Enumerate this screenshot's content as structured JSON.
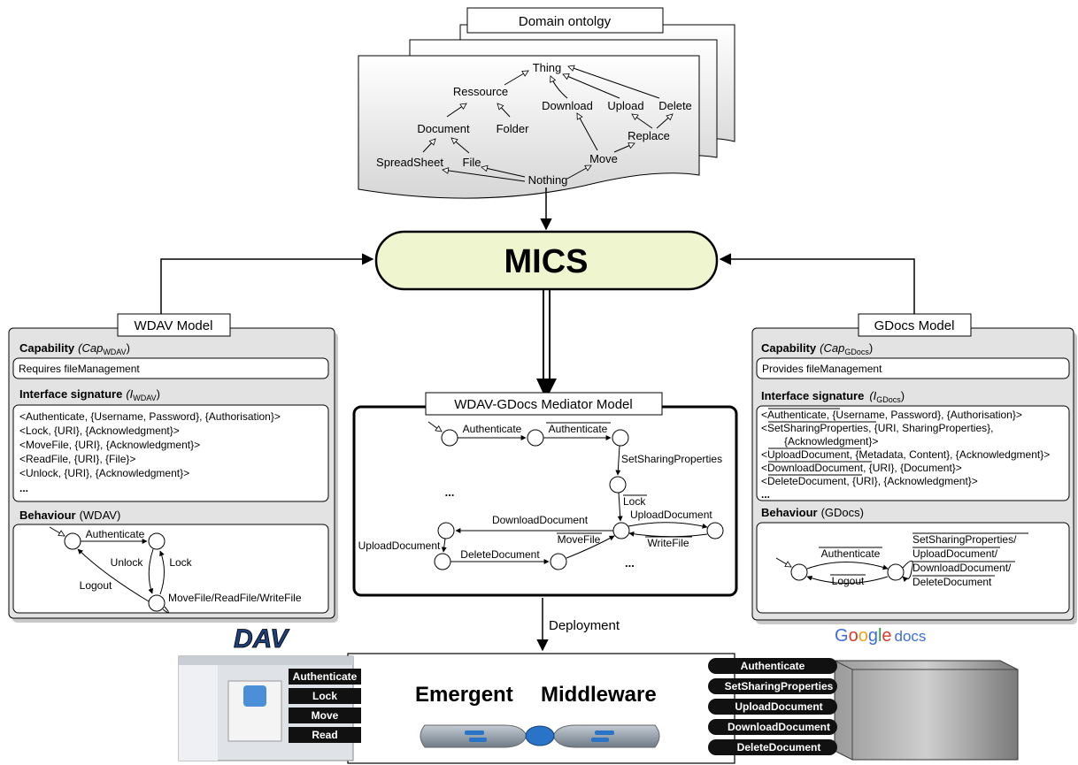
{
  "ontology": {
    "title": "Domain ontolgy",
    "concepts": {
      "thing": "Thing",
      "ressource": "Ressource",
      "document": "Document",
      "folder": "Folder",
      "spreadsheet": "SpreadSheet",
      "file": "File",
      "download": "Download",
      "upload": "Upload",
      "delete": "Delete",
      "replace": "Replace",
      "move": "Move",
      "nothing": "Nothing"
    }
  },
  "mics": {
    "label": "MICS"
  },
  "wdav": {
    "model_title": "WDAV Model",
    "cap_heading": "Capability",
    "cap_symbol": "(Cap",
    "cap_sub": "WDAV",
    "cap_close": ")",
    "cap_text": "Requires fileManagement",
    "iface_heading": "Interface signature",
    "iface_symbol": "(I",
    "iface_sub": "WDAV",
    "iface_close": ")",
    "iface_lines": [
      "<Authenticate, {Username, Password}, {Authorisation}>",
      "<Lock, {URI}, {Acknowledgment}>",
      "<MoveFile, {URI}, {Acknowledgment}>",
      "<ReadFile, {URI}, {File}>",
      "<Unlock, {URI}, {Acknowledgment}>",
      "..."
    ],
    "behaviour_heading": "Behaviour",
    "behaviour_tag": "(WDAV)",
    "behaviour_labels": {
      "authenticate": "Authenticate",
      "unlock": "Unlock",
      "lock": "Lock",
      "logout": "Logout",
      "ops": "MoveFile/ReadFile/WriteFile"
    }
  },
  "gdocs": {
    "model_title": "GDocs Model",
    "cap_heading": "Capability",
    "cap_symbol": "(Cap",
    "cap_sub": "GDocs",
    "cap_close": ")",
    "cap_text": "Provides fileManagement",
    "iface_heading": "Interface signature",
    "iface_symbol": "(I",
    "iface_sub": "GDocs",
    "iface_close": ")",
    "iface_lines": [
      "<Authenticate, {Username, Password}, {Authorisation}>",
      "<SetSharingProperties, {URI, SharingProperties},",
      "{Acknowledgment}>",
      "<UploadDocument, {Metadata, Content}, {Acknowledgment}>",
      "<DownloadDocument, {URI}, {Document}>",
      "<DeleteDocument, {URI}, {Acknowledgment}>",
      "..."
    ],
    "behaviour_heading": "Behaviour",
    "behaviour_tag": "(GDocs)",
    "behaviour_labels": {
      "authenticate": "Authenticate",
      "logout": "Logout",
      "ops": [
        "SetSharingProperties/",
        "UploadDocument/",
        "DownloadDocument/",
        "DeleteDocument"
      ]
    }
  },
  "mediator": {
    "title": "WDAV-GDocs Mediator Model",
    "labels": {
      "auth1": "Authenticate",
      "auth2": "Authenticate",
      "ssp": "SetSharingProperties",
      "dots_left": "...",
      "lock": "Lock",
      "upload_doc_top": "UploadDocument",
      "download_doc": "DownloadDocument",
      "write_file": "WriteFile",
      "upload_doc_left": "UploadDocument",
      "move_file": "MoveFile",
      "delete_doc": "DeleteDocument",
      "dots_right": "..."
    }
  },
  "deployment": {
    "label": "Deployment"
  },
  "middleware": {
    "word1": "Emergent",
    "word2": "Middleware"
  },
  "wdav_ops": [
    "Authenticate",
    "Lock",
    "Move",
    "Read"
  ],
  "gdocs_ops": [
    "Authenticate",
    "SetSharingProperties",
    "UploadDocument",
    "DownloadDocument",
    "DeleteDocument"
  ],
  "logos": {
    "dav": "DAV",
    "google_letters": [
      "G",
      "o",
      "o",
      "g",
      "l",
      "e"
    ],
    "google_suffix": "docs"
  },
  "colors": {
    "mics_fill": "#eef5cf",
    "panel_fill": "#e3e3e3",
    "pill_fill": "#111111",
    "google_blue": "#3b6fd8",
    "google_red": "#d8392f",
    "google_yellow": "#e6a617",
    "google_green": "#2f9a3d"
  }
}
